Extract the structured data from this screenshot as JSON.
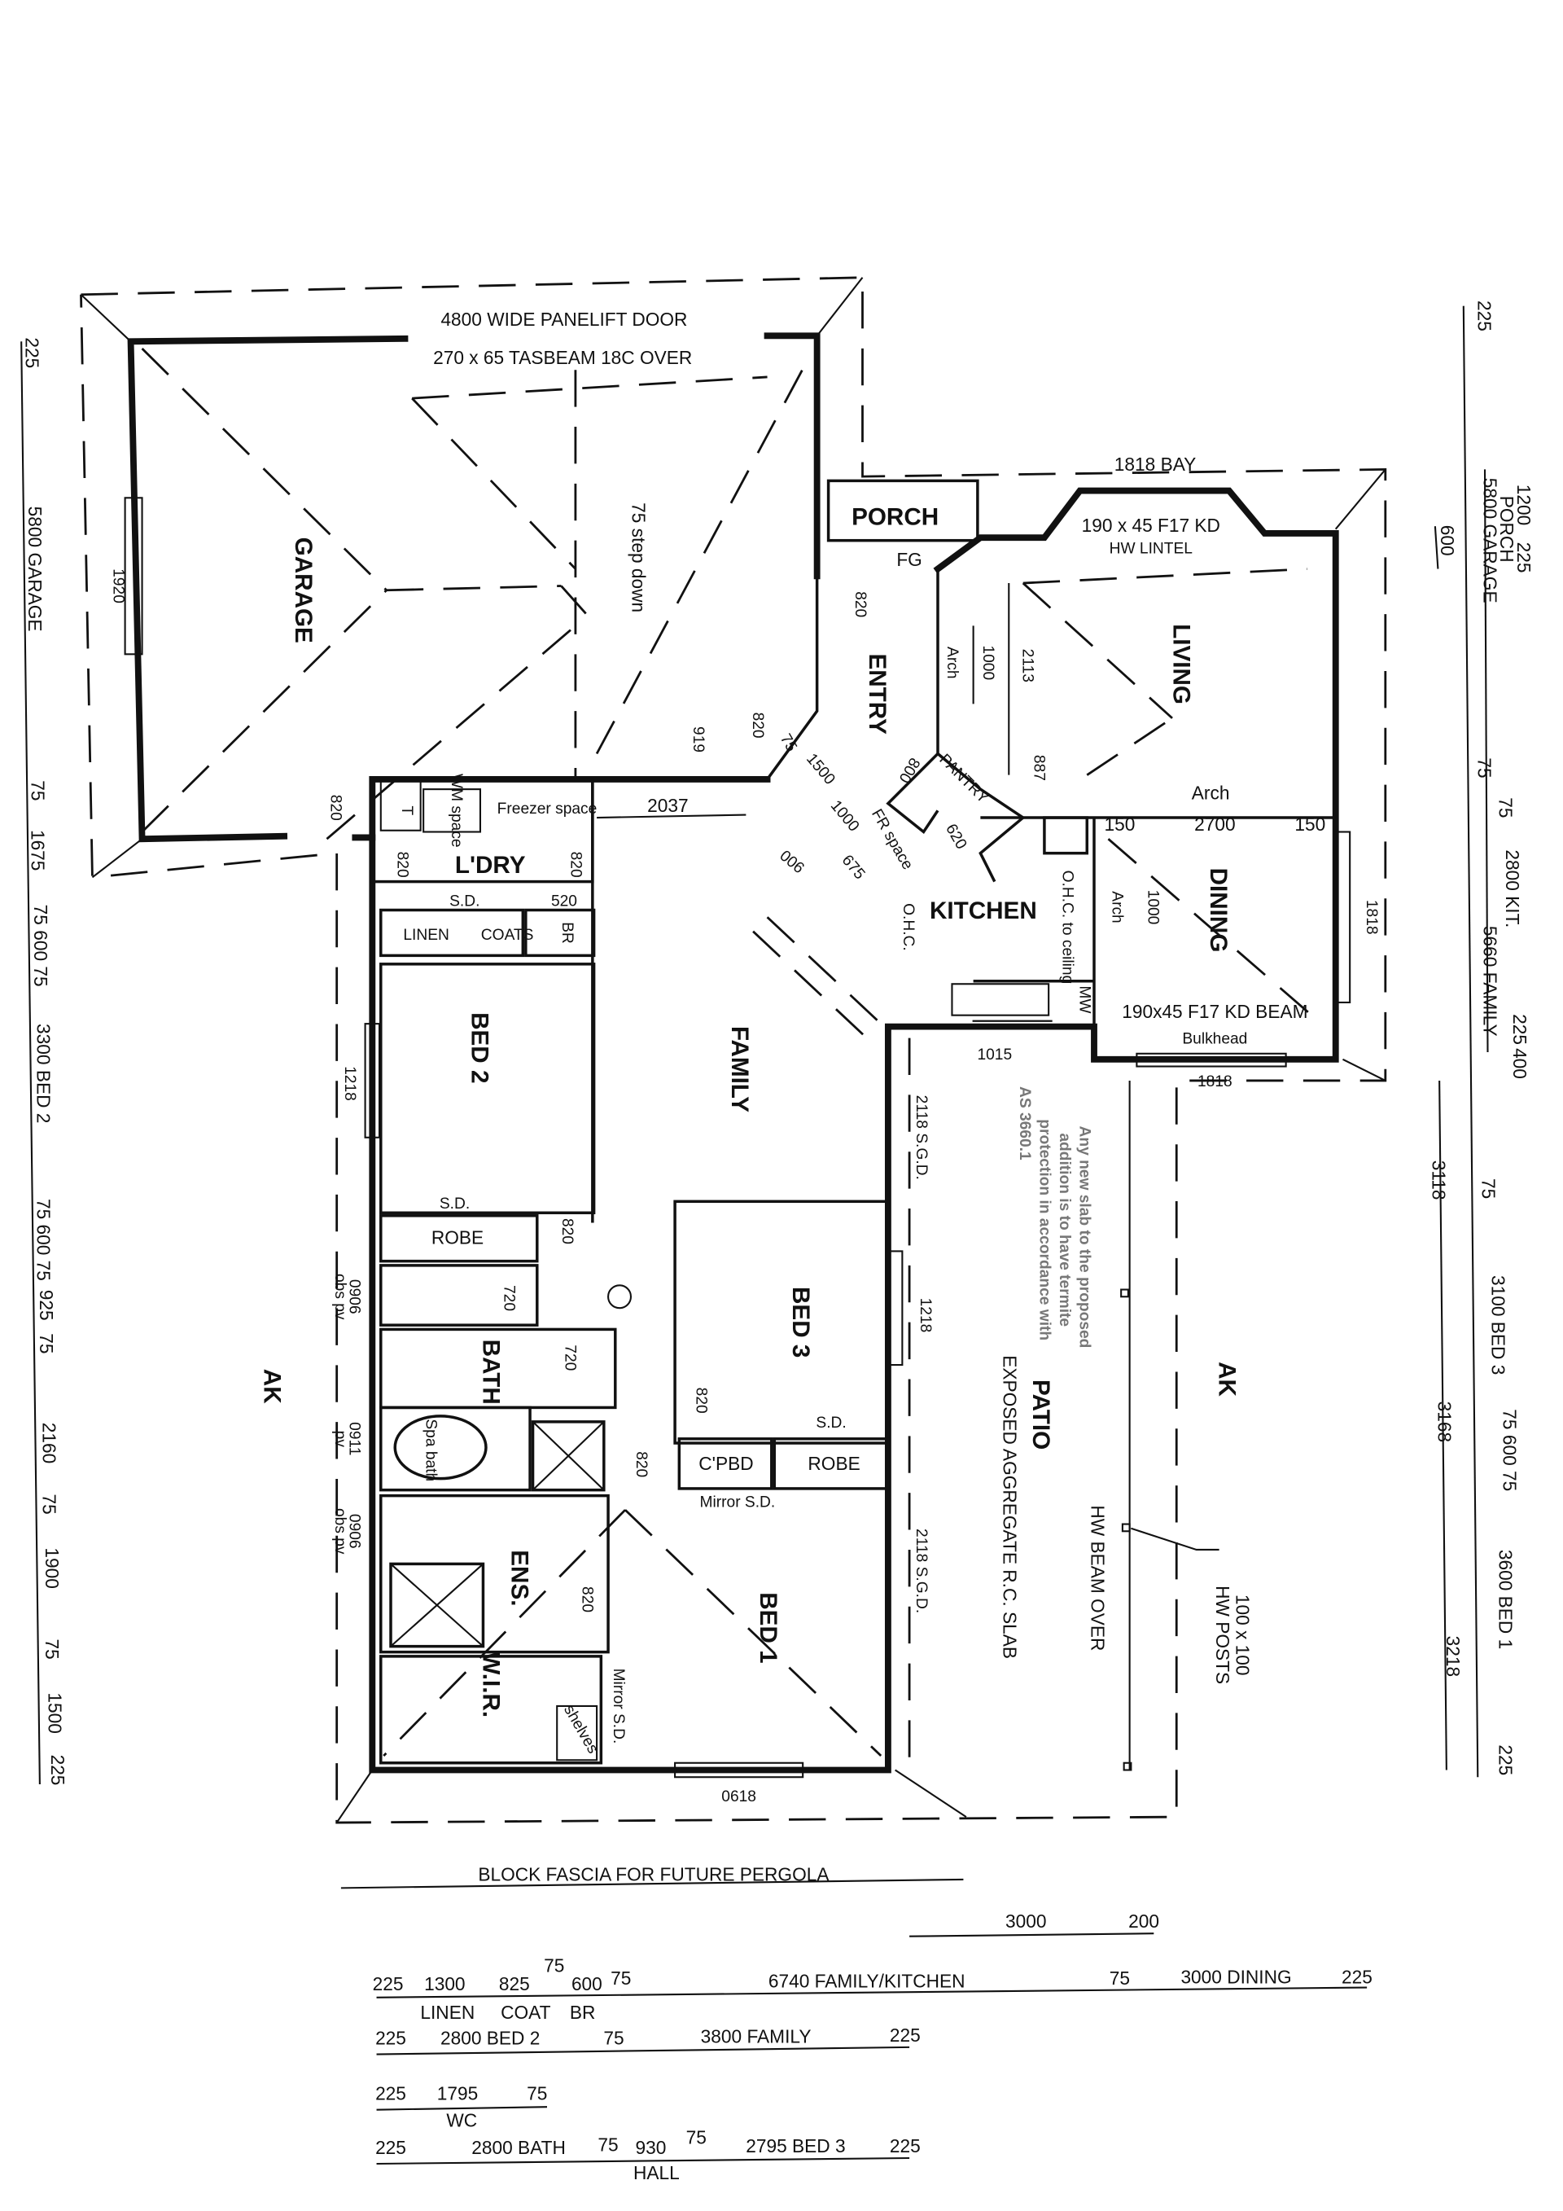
{
  "plan": {
    "garage": {
      "name": "GARAGE",
      "door": "4800 WIDE PANELIFT DOOR",
      "beam": "270 x 65 TASBEAM 18C OVER",
      "step": "75 step down",
      "window": "1920",
      "door_width": "820"
    },
    "porch": {
      "name": "PORCH",
      "fg": "FG"
    },
    "entry": {
      "name": "ENTRY",
      "door": "820",
      "arch": "Arch",
      "arch_dim": "1000",
      "d919": "919",
      "door2": "820",
      "d75": "75",
      "d1500": "1500",
      "d800": "800",
      "d1000": "1000",
      "d900": "900",
      "d675": "675"
    },
    "living": {
      "name": "LIVING",
      "bay": "1818 BAY",
      "lintel1": "190 x 45 F17 KD",
      "lintel2": "HW LINTEL",
      "d2113": "2113",
      "d887": "887",
      "window": "1818"
    },
    "kitchen": {
      "name": "KITCHEN",
      "pantry": "PANTRY",
      "fr": "FR space",
      "d620": "620",
      "ohc": "O.H.C.",
      "ohc_ceiling": "O.H.C. to ceiling",
      "mw": "MW",
      "window": "1015"
    },
    "dining": {
      "name": "DINING",
      "arch": "Arch",
      "arch_w": "2700",
      "d150a": "150",
      "d150b": "150",
      "arch2": "Arch",
      "d1000": "1000",
      "beam": "190x45 F17 KD BEAM",
      "bulkhead": "Bulkhead",
      "window": "1818"
    },
    "laundry": {
      "name": "L'DRY",
      "wm": "WM space",
      "freezer": "Freezer space",
      "t": "T",
      "d2037": "2037",
      "door1": "820",
      "door2": "820",
      "sd": "S.D.",
      "d520": "520",
      "linen": "LINEN",
      "coats": "COATS",
      "br": "BR"
    },
    "family": {
      "name": "FAMILY"
    },
    "bed2": {
      "name": "BED 2",
      "window": "1218",
      "sd": "S.D.",
      "robe": "ROBE",
      "door": "820"
    },
    "bed3": {
      "name": "BED 3",
      "window": "1218",
      "sgd": "2118 S.G.D.",
      "door": "820",
      "sd": "S.D.",
      "robe": "ROBE",
      "cpbd": "C'PBD",
      "mirror": "Mirror S.D."
    },
    "wc": {
      "door": "720",
      "window": "0906",
      "window_note": "obs pv"
    },
    "bath": {
      "name": "BATH",
      "door": "720",
      "spa": "Spa bath",
      "window": "0911",
      "window_note": "pv"
    },
    "ensuite": {
      "name": "ENS.",
      "door": "820",
      "window": "0906",
      "window_note": "obs pv"
    },
    "bed1": {
      "name": "BED 1",
      "door": "820",
      "sgd": "2118 S.G.D.",
      "window": "0618",
      "mirror": "Mirror S.D.",
      "wir": "W.I.R.",
      "shelves": "shelves"
    },
    "patio": {
      "name": "PATIO",
      "slab": "EXPOSED AGGREGATE R.C. SLAB",
      "beam": "HW BEAM OVER",
      "posts1": "100 x 100",
      "posts2": "HW POSTS",
      "window_top": "1818",
      "termite": [
        "Any new slab to the proposed",
        "addition is to have termite",
        "protection in accordance with",
        "AS 3660.1"
      ]
    },
    "ak_symbol": "AK"
  },
  "dims_right": {
    "d225a": "225",
    "d1200": "1200",
    "d225b": "225",
    "porch": "PORCH",
    "garage": "5800 GARAGE",
    "d600": "600",
    "d75a": "75",
    "d75b": "75",
    "kit": "2800 KIT.",
    "family": "5660 FAMILY",
    "d225c": "225",
    "d400": "400",
    "d3118": "3118",
    "d75c": "75",
    "bed3": "3100 BED 3",
    "d3168": "3168",
    "d75_600_75": "75 600 75",
    "bed1": "3600 BED 1",
    "d3218": "3218",
    "d225d": "225"
  },
  "dims_left": {
    "d225": "225",
    "garage": "5800 GARAGE",
    "d75a": "75",
    "d1675": "1675",
    "d75_600_75a": "75 600 75",
    "bed2": "3300 BED 2",
    "d75_600_75b": "75 600 75",
    "d925": "925",
    "d75b": "75",
    "d2160": "2160",
    "d75c": "75",
    "d1900": "1900",
    "d75d": "75",
    "d1500": "1500",
    "d225b": "225"
  },
  "dims_bottom": {
    "pergola": "BLOCK FASCIA FOR FUTURE PERGOLA",
    "d3000": "3000",
    "d200": "200",
    "row1": {
      "a": "225",
      "b": "1300",
      "c": "825",
      "d": "75",
      "e": "600",
      "f": "75",
      "g": "6740 FAMILY/KITCHEN",
      "h": "75",
      "i": "3000 DINING",
      "j": "225",
      "linen": "LINEN",
      "coat": "COAT",
      "br": "BR"
    },
    "row2": {
      "a": "225",
      "b": "2800 BED 2",
      "c": "75",
      "d": "3800 FAMILY",
      "e": "225"
    },
    "row3": {
      "a": "225",
      "b": "1795",
      "c": "75",
      "wc": "WC"
    },
    "row4": {
      "a": "225",
      "b": "2800 BATH",
      "c": "75",
      "d": "930",
      "e": "75",
      "f": "2795 BED 3",
      "g": "225",
      "hall": "HALL"
    }
  }
}
